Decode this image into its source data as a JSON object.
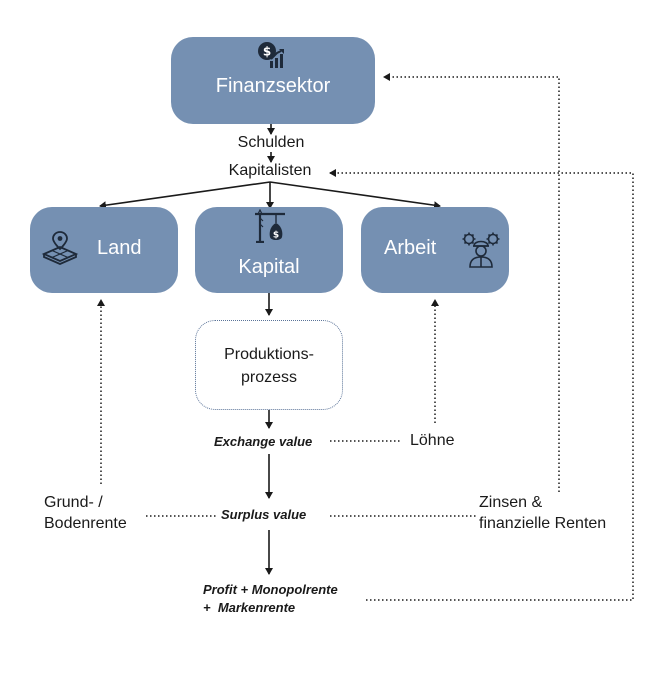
{
  "nodes": {
    "finanzsektor": "Finanzsektor",
    "land": "Land",
    "kapital": "Kapital",
    "arbeit": "Arbeit",
    "produktion": [
      "Produktions-",
      "prozess"
    ]
  },
  "labels": {
    "schulden": "Schulden",
    "kapitalisten": "Kapitalisten",
    "exchange_value": "Exchange value",
    "loehne": "Löhne",
    "grund": [
      "Grund- /",
      "Bodenrente"
    ],
    "surplus_value": "Surplus value",
    "zinsen": [
      "Zinsen &",
      "finanzielle Renten"
    ],
    "profit": [
      "Profit + Monopolrente",
      "+  Markenrente"
    ]
  },
  "icons": {
    "finanzsektor": "money-growth-icon",
    "land": "land-plot-icon",
    "kapital": "crane-money-bag-icon",
    "arbeit": "worker-gears-icon"
  },
  "colors": {
    "node_fill": "#7590b2",
    "node_text": "#ffffff",
    "line": "#1a1a1a"
  }
}
